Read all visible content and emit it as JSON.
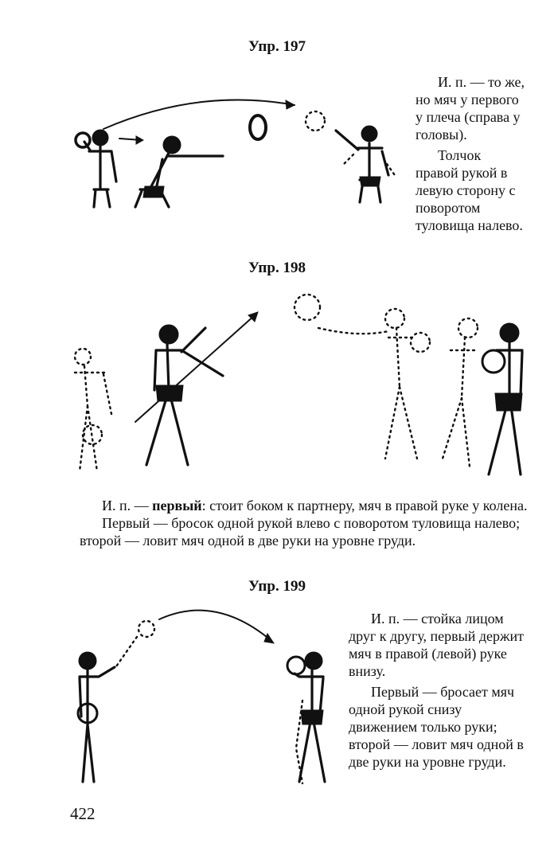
{
  "exercises": [
    {
      "title": "Упр. 197",
      "paragraphs": [
        "И. п. — то же, но мяч у первого у плеча (справа у головы).",
        "Толчок правой рукой в левую сторону с поворотом туловища налево."
      ]
    },
    {
      "title": "Упр. 198",
      "lead_prefix": "И. п. — ",
      "lead_bold": "первый",
      "lead_rest": ": стоит боком к партнеру, мяч в правой руке у колена.",
      "paragraph2": "Первый — бросок одной рукой влево с поворотом туловища налево; второй — ловит мяч одной в две руки на уровне груди."
    },
    {
      "title": "Упр. 199",
      "paragraphs": [
        "И. п. — стойка лицом друг к другу, первый держит мяч в правой (левой) руке внизу.",
        "Первый — бросает мяч одной рукой снизу движением только руки; второй — ловит мяч одной в две руки на уровне груди."
      ]
    }
  ],
  "page_number": "422"
}
